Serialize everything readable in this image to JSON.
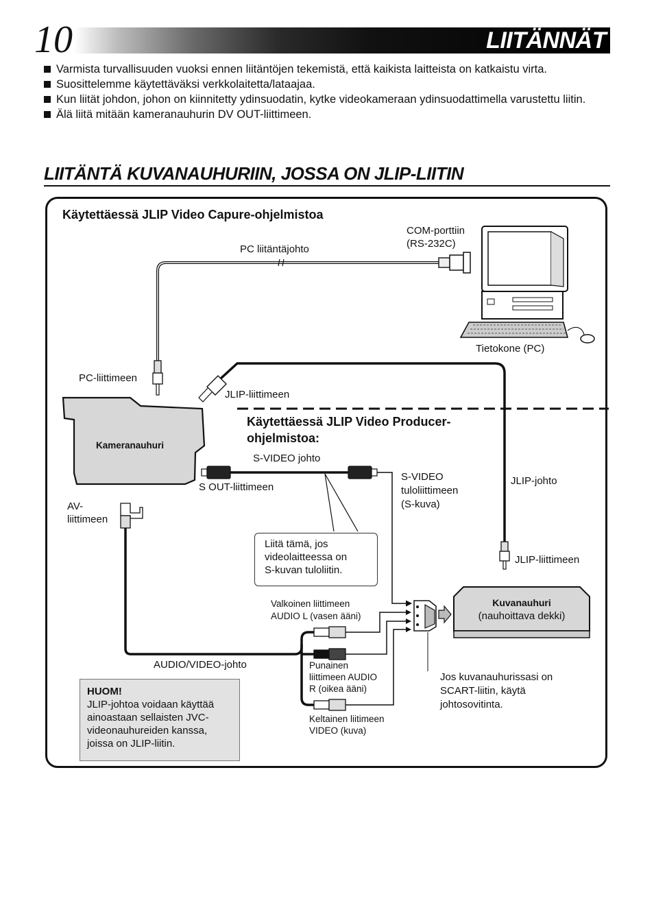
{
  "header": {
    "page_number": "10",
    "title": "LIITÄNNÄT"
  },
  "bullets": [
    "Varmista turvallisuuden vuoksi ennen liitäntöjen tekemistä, että kaikista laitteista on katkaistu virta.",
    "Suosittelemme käytettäväksi verkkolaitetta/lataajaa.",
    "Kun liität johdon, johon on kiinnitetty ydinsuodatin, kytke videokameraan ydinsuodattimella varustettu liitin.",
    "Älä liitä mitään kameranauhurin DV OUT-liittimeen."
  ],
  "section": {
    "title": "LIITÄNTÄ KUVANAUHURIIN, JOSSA ON JLIP-LIITIN"
  },
  "diagram": {
    "heading_capture": "Käytettäessä JLIP Video Capure-ohjelmistoa",
    "heading_producer_1": "Käytettäessä JLIP Video Producer-",
    "heading_producer_2": "ohjelmistoa:",
    "com_port_1": "COM-porttiin",
    "com_port_2": "(RS-232C)",
    "pc_cable": "PC liitäntäjohto",
    "computer": "Tietokone (PC)",
    "pc_jack": "PC-liittimeen",
    "jlip_jack_cam": "JLIP-liittimeen",
    "camcorder": "Kameranauhuri",
    "svideo_cable": "S-VIDEO johto",
    "s_out": "S OUT-liittimeen",
    "svideo_in_1": "S-VIDEO",
    "svideo_in_2": "tuloliittimeen",
    "svideo_in_3": "(S-kuva)",
    "jlip_cable": "JLIP-johto",
    "av_jack_1": "AV-",
    "av_jack_2": "liittimeen",
    "callout_1": "Liitä tämä, jos",
    "callout_2": "videolaitteessa on",
    "callout_3": "S-kuvan tuloliitin.",
    "jlip_jack_vcr": "JLIP-liittimeen",
    "white_1": "Valkoinen liittimeen",
    "white_2": "AUDIO L (vasen ääni)",
    "vcr_1": "Kuvanauhuri",
    "vcr_2": "(nauhoittava dekki)",
    "av_cable": "AUDIO/VIDEO-johto",
    "red_1": "Punainen",
    "red_2": "liittimeen AUDIO",
    "red_3": "R (oikea ääni)",
    "scart_1": "Jos kuvanauhurissasi on",
    "scart_2": "SCART-liitin, käytä",
    "scart_3": "johtosovitinta.",
    "yellow_1": "Keltainen liitimeen",
    "yellow_2": "VIDEO (kuva)"
  },
  "note": {
    "title": "HUOM!",
    "lines": [
      "JLIP-johtoa voidaan käyttää",
      "ainoastaan sellaisten JVC-",
      "videonauhureiden kanssa,",
      "joissa on JLIP-liitin."
    ]
  }
}
